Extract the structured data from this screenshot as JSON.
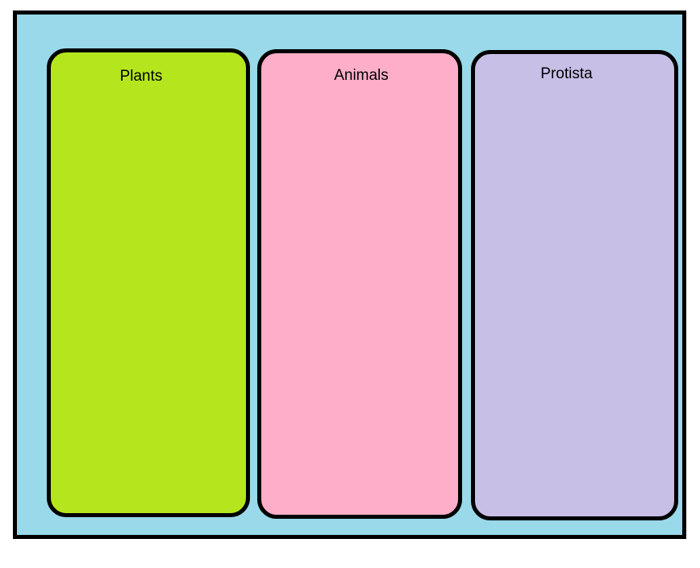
{
  "diagram": {
    "page_background_color": "#FFFFFF",
    "board": {
      "fill_color": "#99D9EA",
      "border_color": "#000000"
    },
    "columns": [
      {
        "label": "Plants",
        "fill_color": "#B5E61D",
        "border_color": "#000000"
      },
      {
        "label": "Animals",
        "fill_color": "#FFAEC9",
        "border_color": "#000000"
      },
      {
        "label": "Protista",
        "fill_color": "#C8BFE7",
        "border_color": "#000000"
      }
    ]
  }
}
